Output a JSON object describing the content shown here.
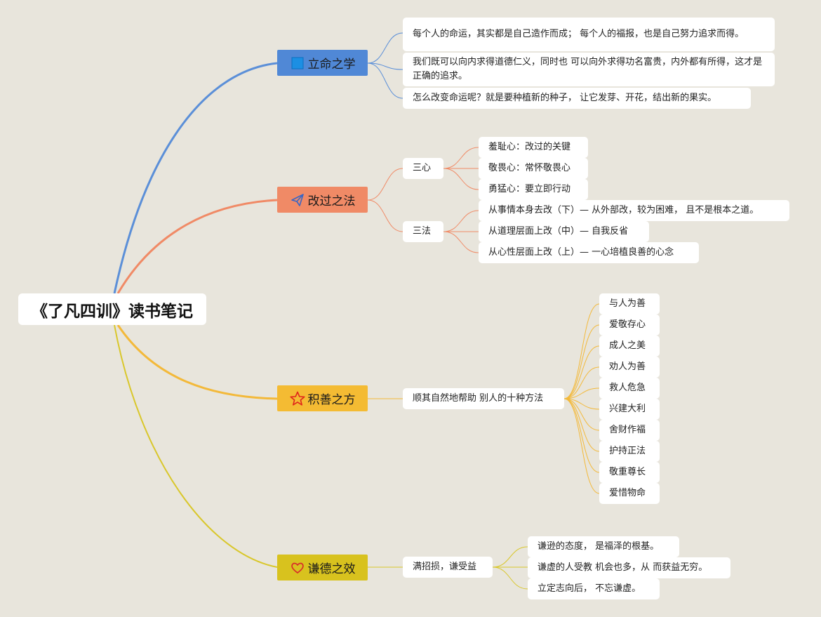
{
  "root": {
    "title": "《了凡四训》读书笔记"
  },
  "colors": {
    "b1": "#5088d6",
    "b2": "#f08a66",
    "b3": "#f4bb33",
    "b4": "#d8c21e",
    "line1": "#5b8fd8",
    "line2": "#f08a66",
    "line3": "#f3b93a",
    "line4": "#d9c72b"
  },
  "branches": [
    {
      "label": "立命之学",
      "icon": "blue-square-icon",
      "items": [
        "每个人的命运，其实都是自己造作而成； 每个人的福报，也是自己努力追求而得。",
        "我们既可以向内求得道德仁义，同时也 可以向外求得功名富贵，内外都有所得，这才是正确的追求。",
        "怎么改变命运呢？就是要种植新的种子， 让它发芽、开花，结出新的果实。"
      ]
    },
    {
      "label": "改过之法",
      "icon": "paper-plane-icon",
      "groups": [
        {
          "label": "三心",
          "items": [
            "羞耻心：改过的关键",
            "敬畏心：常怀敬畏心",
            "勇猛心：要立即行动"
          ]
        },
        {
          "label": "三法",
          "items": [
            "从事情本身去改（下）— 从外部改，较为困难， 且不是根本之道。",
            "从道理层面上改（中）— 自我反省",
            "从心性层面上改（上）— 一心培植良善的心念"
          ]
        }
      ]
    },
    {
      "label": "积善之方",
      "icon": "star-icon",
      "sub": "顺其自然地帮助 别人的十种方法",
      "items": [
        "与人为善",
        "爱敬存心",
        "成人之美",
        "劝人为善",
        "救人危急",
        "兴建大利",
        "舍财作福",
        "护持正法",
        "敬重尊长",
        "爱惜物命"
      ]
    },
    {
      "label": "谦德之效",
      "icon": "heart-icon",
      "sub": "满招损，谦受益",
      "items": [
        "谦逊的态度， 是福泽的根基。",
        "谦虚的人受教 机会也多，从 而获益无穷。",
        "立定志向后， 不忘谦虚。"
      ]
    }
  ]
}
